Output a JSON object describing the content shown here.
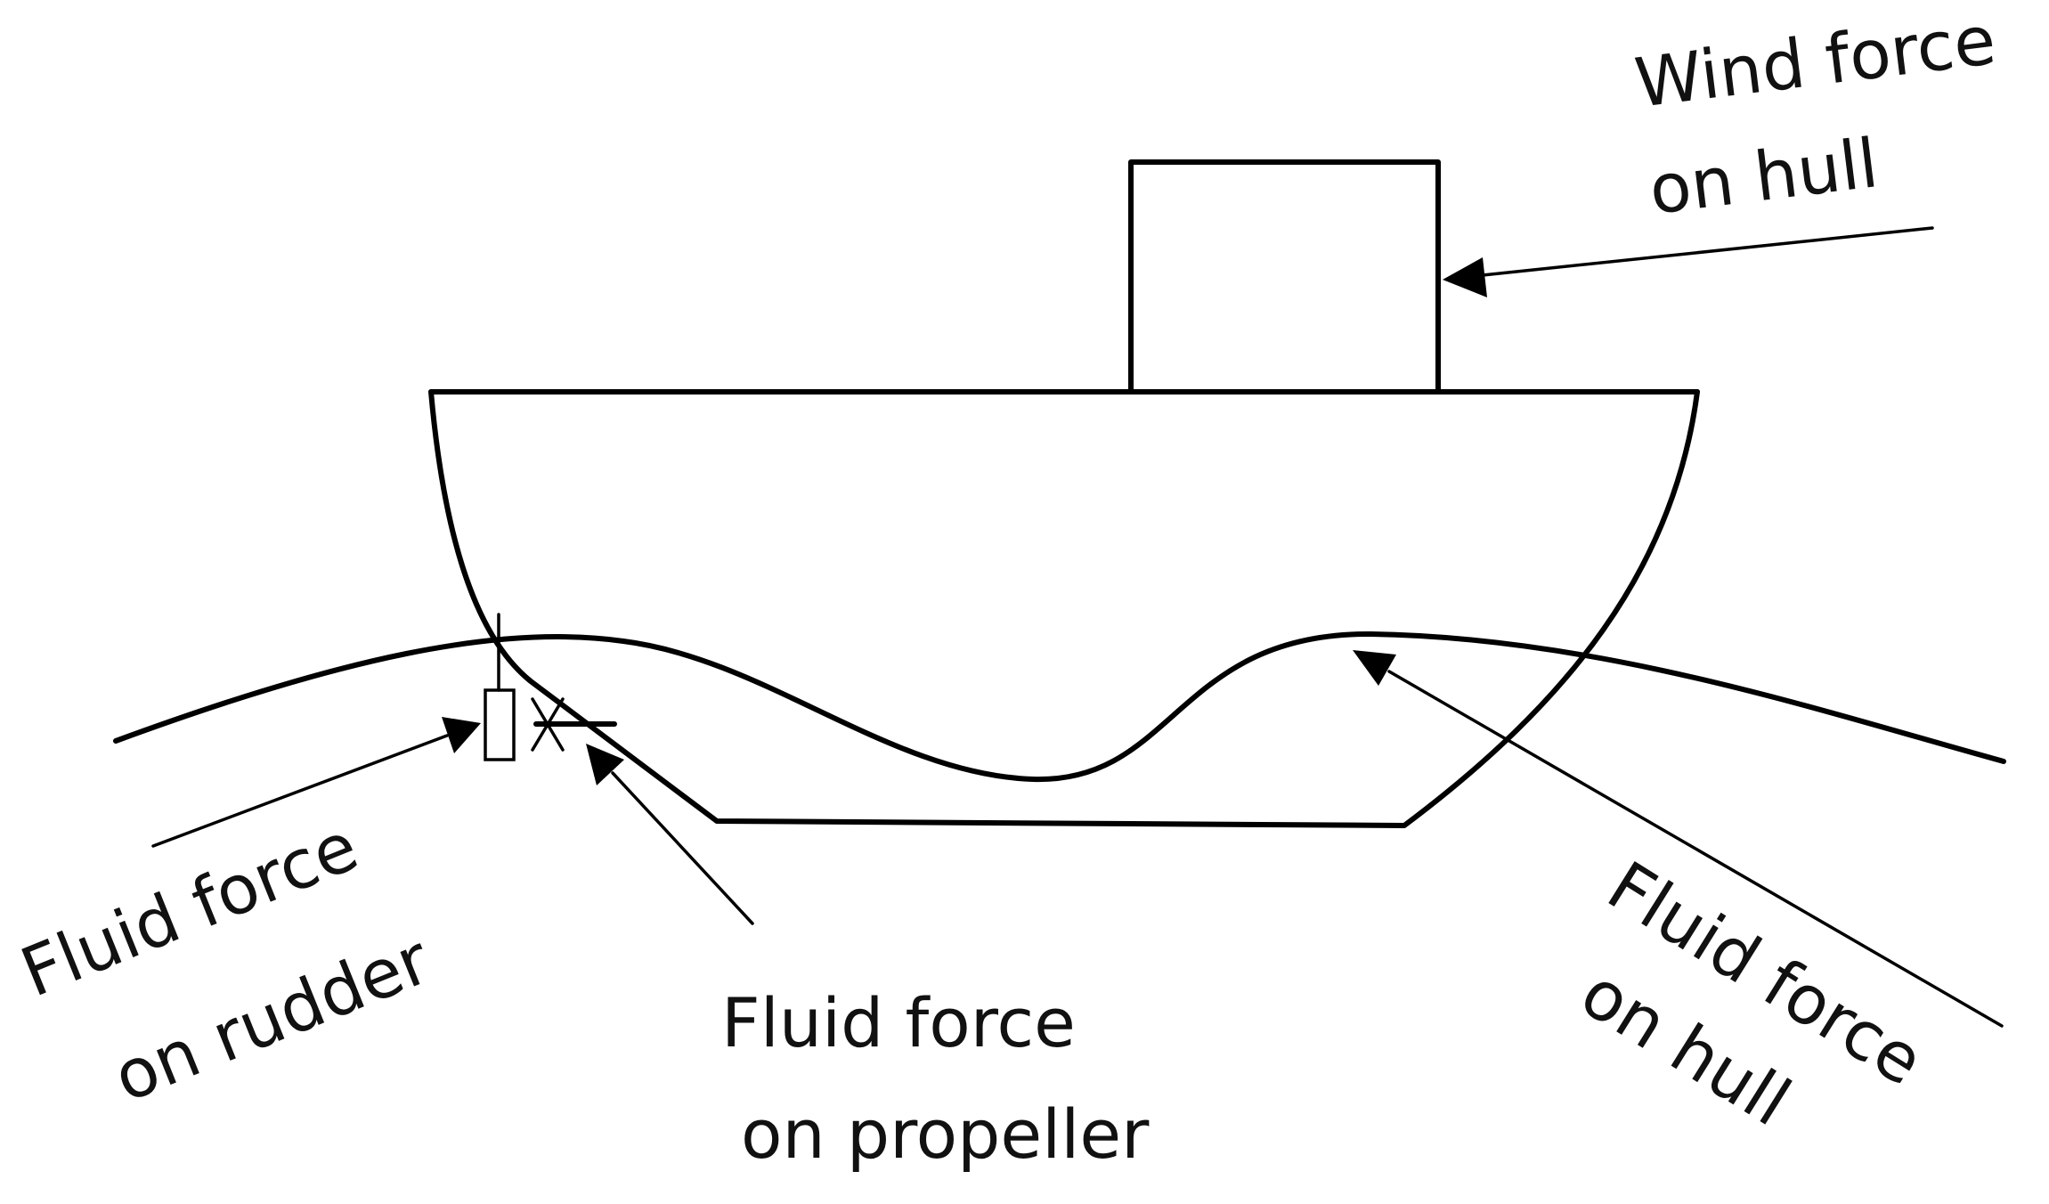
{
  "labels": {
    "wind_force_line1": "Wind force",
    "wind_force_line2": "on hull",
    "fluid_rudder_line1": "Fluid force",
    "fluid_rudder_line2": "on rudder",
    "fluid_propeller_line1": "Fluid force",
    "fluid_propeller_line2": "on propeller",
    "fluid_hull_line1": "Fluid force",
    "fluid_hull_line2": "on hull"
  },
  "colors": {
    "line": "#000000",
    "text": "#111111",
    "background": "#ffffff"
  }
}
